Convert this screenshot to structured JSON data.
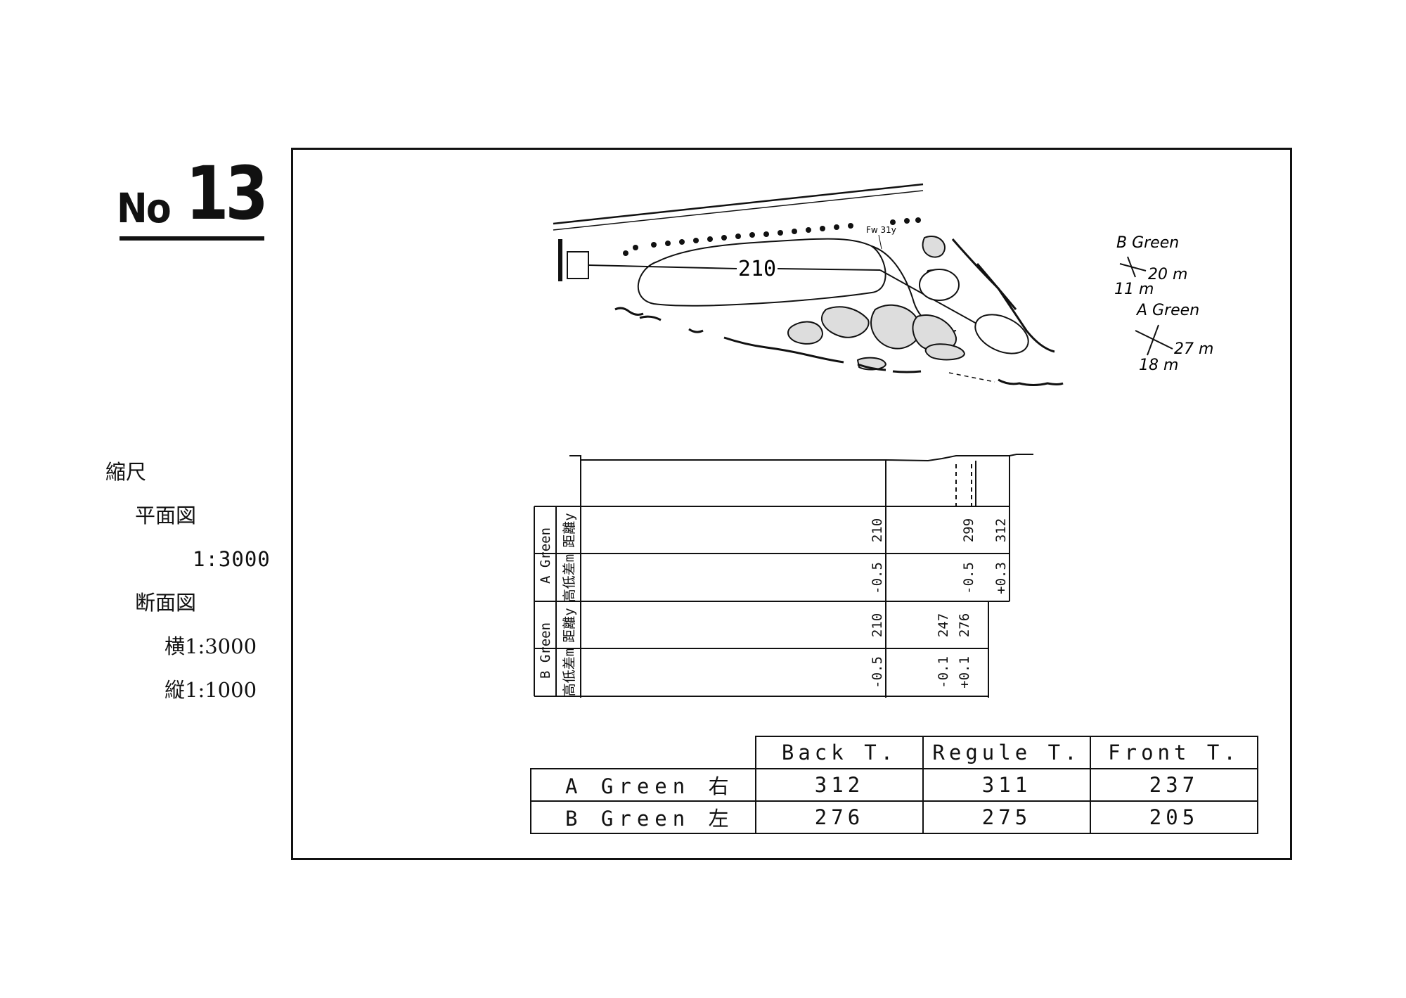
{
  "title": {
    "prefix": "No",
    "number": "13"
  },
  "scale": {
    "heading": "縮尺",
    "plan_label": "平面図",
    "plan_ratio": "1:3000",
    "section_label": "断面図",
    "section_horizontal": "横1:3000",
    "section_vertical": "縦1:1000"
  },
  "plan": {
    "center_distance": "210",
    "fw_note": "Fw 31y",
    "b_green": {
      "label": "B Green",
      "depth": "20 m",
      "width": "11 m"
    },
    "a_green": {
      "label": "A Green",
      "depth": "27 m",
      "width": "18 m"
    }
  },
  "profile": {
    "a_group_label": "A Green",
    "b_group_label": "B Green",
    "distance_label": "距離y",
    "elevation_label": "高低差m",
    "a_distance": [
      "210",
      "299",
      "312"
    ],
    "a_elevation": [
      "-0.5",
      "-0.5",
      "+0.3"
    ],
    "b_distance": [
      "210",
      "247",
      "276"
    ],
    "b_elevation": [
      "-0.5",
      "-0.1",
      "+0.1"
    ]
  },
  "yardage": {
    "headers": [
      "Back T.",
      "Regule T.",
      "Front T."
    ],
    "rows": [
      {
        "label": "A Green 右",
        "values": [
          "312",
          "311",
          "237"
        ]
      },
      {
        "label": "B Green 左",
        "values": [
          "276",
          "275",
          "205"
        ]
      }
    ]
  }
}
